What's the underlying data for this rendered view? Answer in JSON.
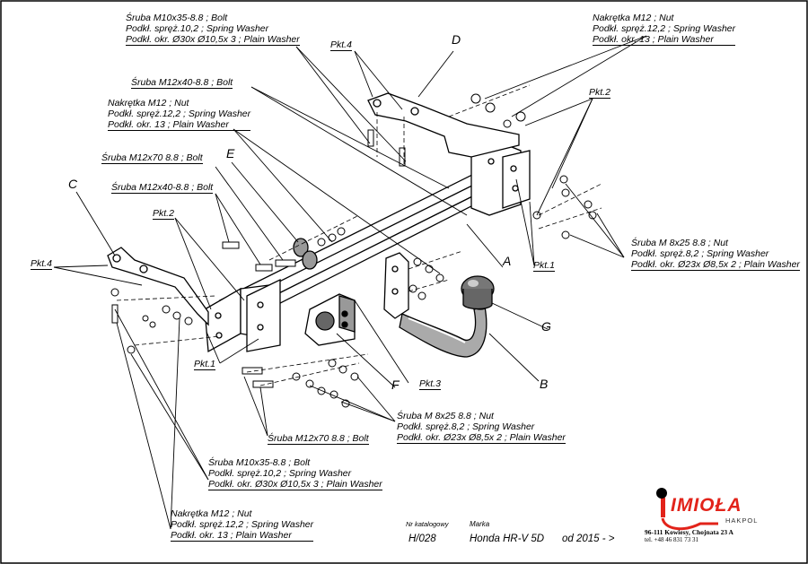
{
  "labels": {
    "top_bolt_m10": [
      "Śruba M10x35-8.8 ;  Bolt",
      "Podkł. spręż.10,2 ; Spring Washer",
      "Podkł. okr.  Ø30x Ø10,5x 3 ; Plain Washer"
    ],
    "top_nut_right": [
      "Nakrętka  M12 ; Nut",
      "Podkł. spręż.12,2 ; Spring Washer",
      "Podkł. okr. 13 ; Plain Washer"
    ],
    "bolt_m12x40_top": [
      "Śruba M12x40-8.8 ;  Bolt"
    ],
    "nut_left_top": [
      "Nakrętka  M12 ; Nut",
      "Podkł. spręż.12,2 ; Spring Washer",
      "Podkł. okr. 13 ; Plain Washer"
    ],
    "bolt_m12x70_top": [
      "Śruba M12x70 8.8 ;  Bolt"
    ],
    "bolt_m12x40_mid": [
      "Śruba M12x40-8.8 ;  Bolt"
    ],
    "bolt_m8_right": [
      "Śruba M 8x25 8.8 ; Nut",
      "Podkł. spręż.8,2 ; Spring Washer",
      "Podkł. okr.  Ø23x Ø8,5x 2 ; Plain Washer"
    ],
    "bolt_m12x70_bottom": [
      "Śruba M12x70 8.8 ;  Bolt"
    ],
    "bolt_m8_bottom": [
      "Śruba M 8x25 8.8 ; Nut",
      "Podkł. spręż.8,2 ; Spring Washer",
      "Podkł. okr.  Ø23x Ø8,5x 2 ; Plain Washer"
    ],
    "bolt_m10_bottom": [
      "Śruba M10x35-8.8 ;  Bolt",
      "Podkł. spręż.10,2 ; Spring Washer",
      "Podkł. okr.  Ø30x Ø10,5x 3 ; Plain Washer"
    ],
    "nut_bottom": [
      "Nakrętka  M12 ; Nut",
      "Podkł. spręż.12,2 ; Spring Washer",
      "Podkł. okr. 13 ; Plain Washer"
    ]
  },
  "points": {
    "pkt4_top": "Pkt.4",
    "pkt2_right": "Pkt.2",
    "pkt2_left": "Pkt.2",
    "pkt4_left": "Pkt.4",
    "pkt1_right": "Pkt.1",
    "pkt1_left": "Pkt.1",
    "pkt3": "Pkt.3"
  },
  "letters": {
    "d": "D",
    "e": "E",
    "c": "C",
    "a": "A",
    "g": "G",
    "b": "B",
    "f": "F"
  },
  "catalog": {
    "nr_label": "Nr katalogowy",
    "marka_label": "Marka",
    "nr_value": "H/028",
    "marka_value": "Honda HR-V 5D",
    "date_value": "od  2015 - >"
  },
  "brand": {
    "name": "IMIOŁA",
    "sub": "HAKPOL",
    "address": "96-111 Kowiesy, Chojnata 23 A",
    "phone": "tel. +48 46 831 73 31",
    "color": "#e2231a"
  }
}
